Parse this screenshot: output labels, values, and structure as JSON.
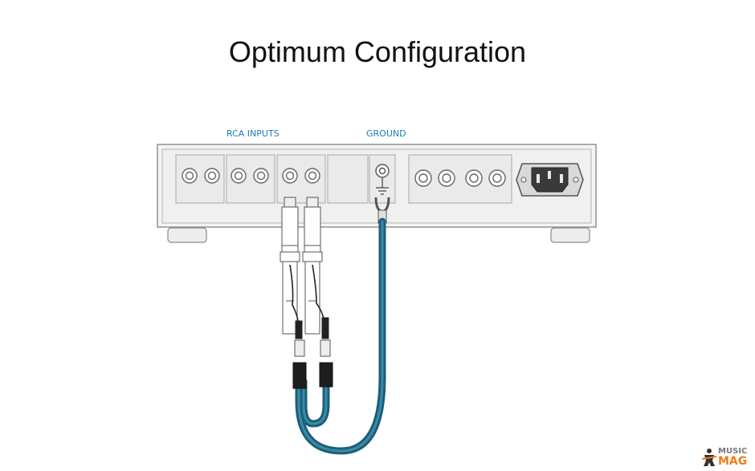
{
  "title": "Optimum Configuration",
  "labels": {
    "rca_inputs": "RCA INPUTS",
    "ground": "GROUND"
  },
  "watermark": {
    "line1": "MUSIC",
    "line2": "MAG"
  },
  "colors": {
    "label_blue": "#1e7fb0",
    "cable_teal": "#1b5f78",
    "chassis_outline": "#8a8a8a",
    "chassis_fill": "#f3f3f3",
    "panel_fill": "#eaeaea",
    "watermark_orange": "#f07b16",
    "watermark_grey": "#777777"
  }
}
